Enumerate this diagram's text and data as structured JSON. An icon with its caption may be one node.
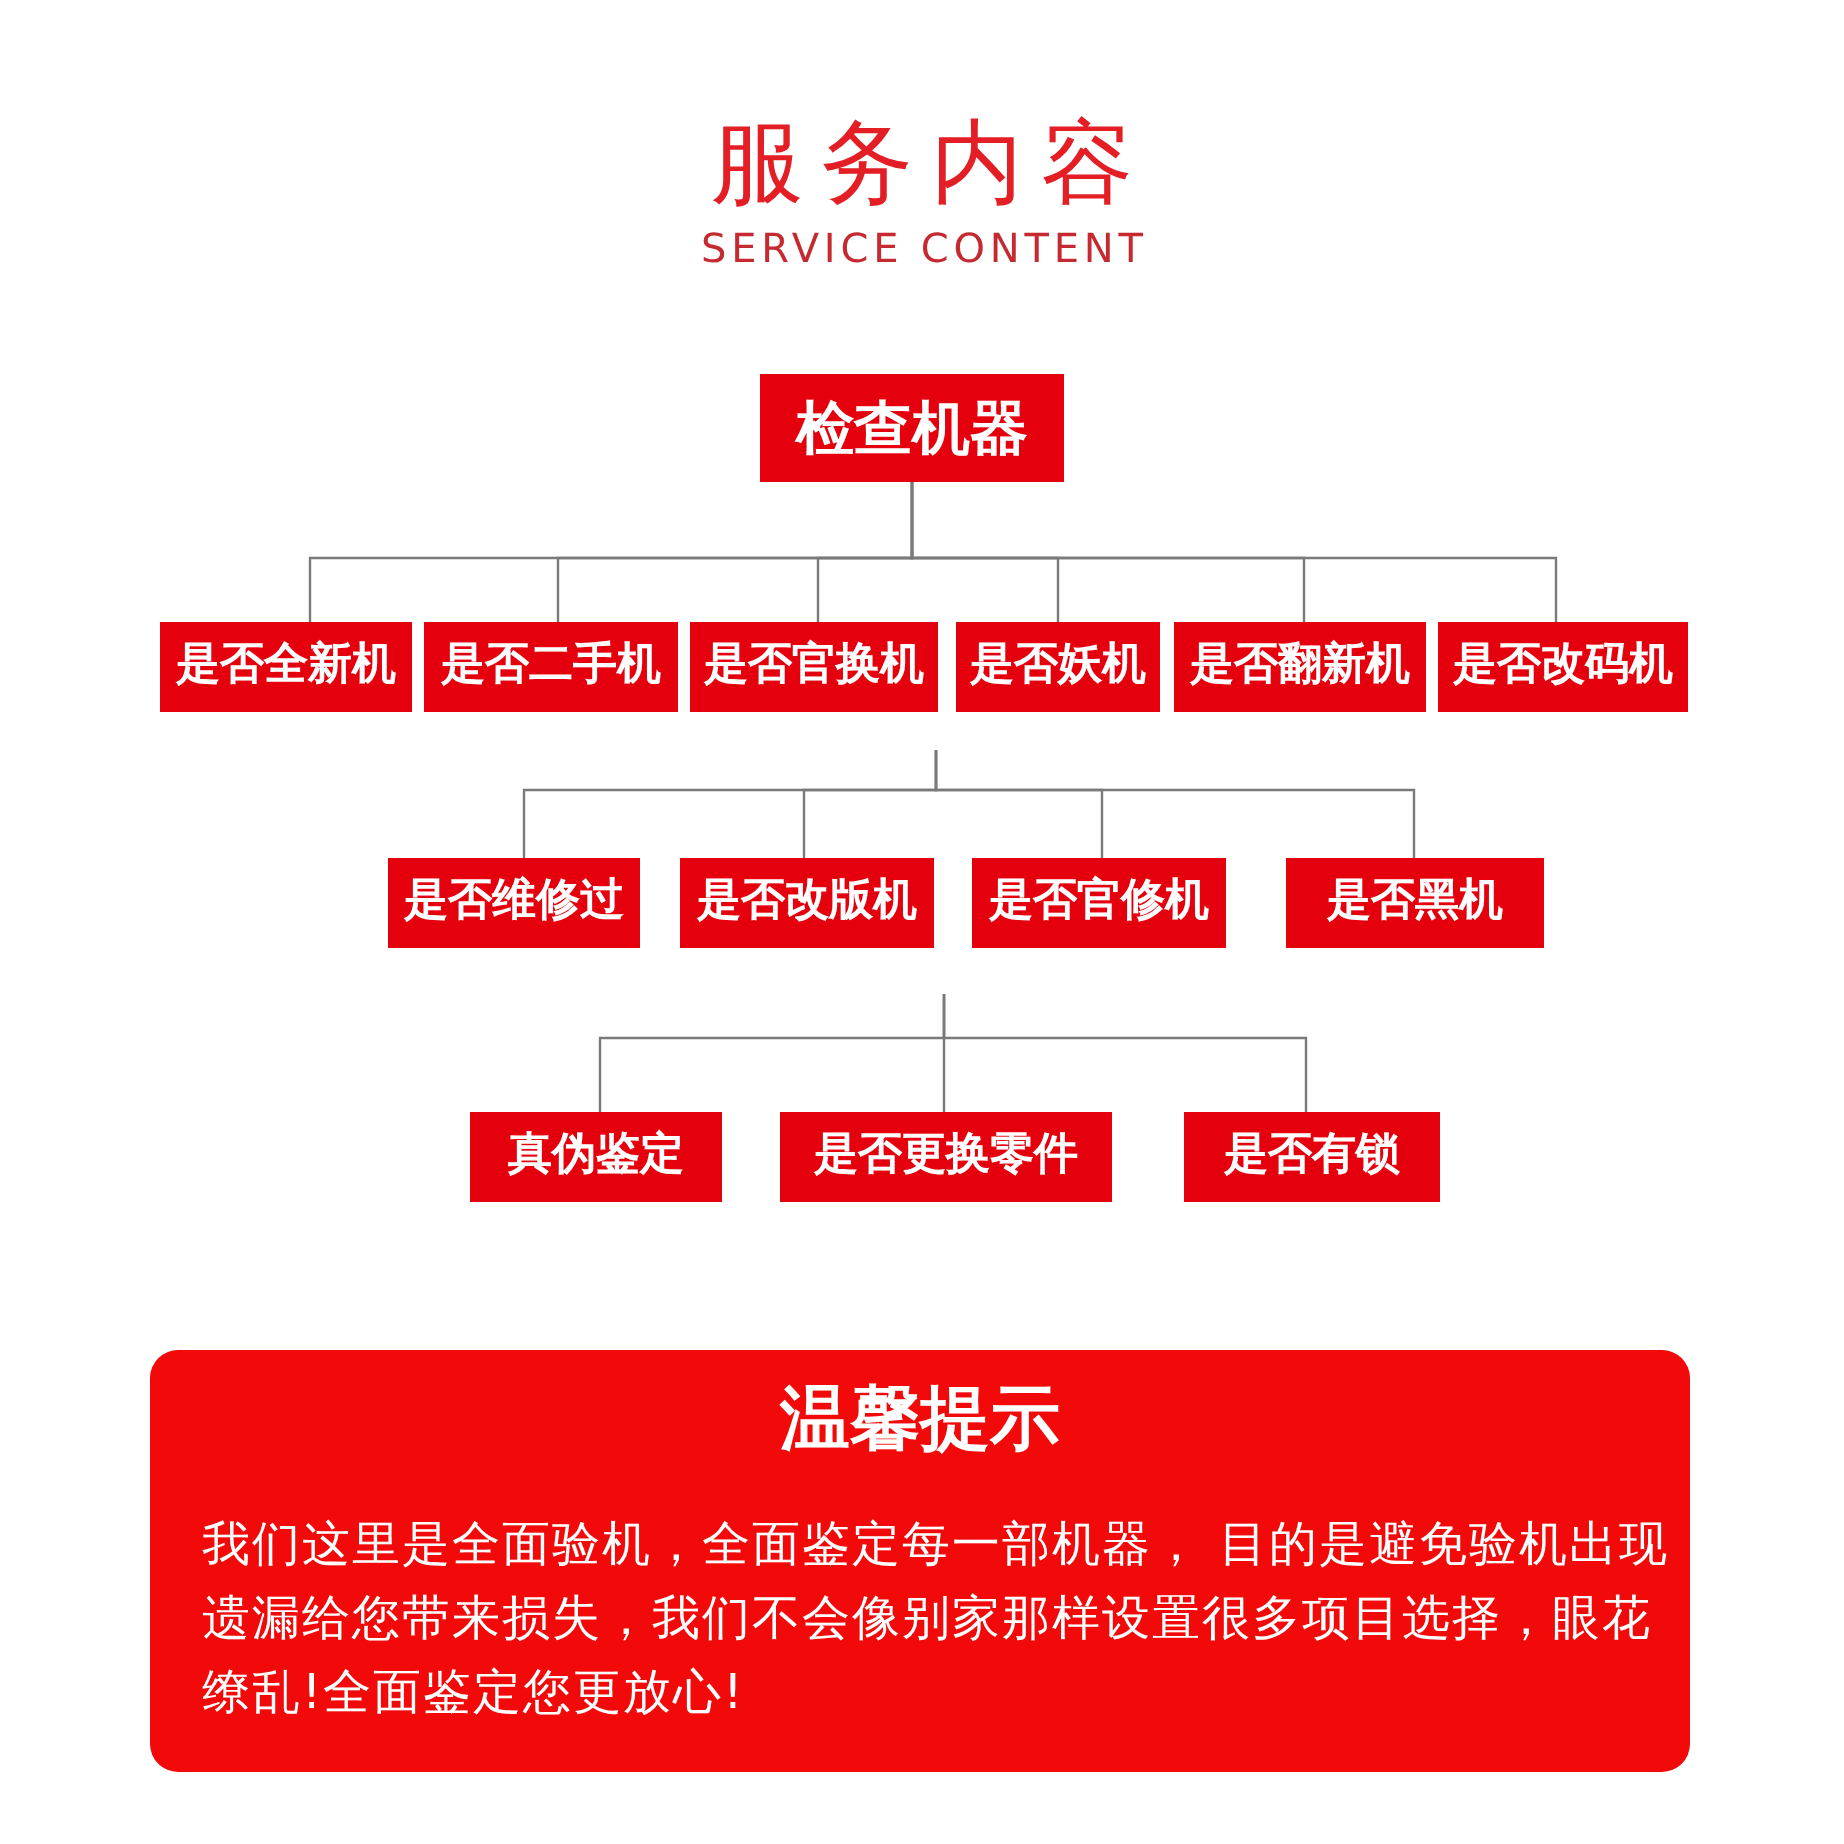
{
  "diagram": {
    "title": "服务内容",
    "nodes": [
      {
        "text": [
          "检查机器"
        ]
      },
      {
        "text": [
          "是否全新机"
        ]
      },
      {
        "text": [
          "是否二手机"
        ]
      },
      {
        "text": [
          "是否官换机"
        ]
      },
      {
        "text": [
          "是否妖机"
        ]
      },
      {
        "text": [
          "是否翻新机"
        ]
      },
      {
        "text": [
          "是否改码机"
        ]
      },
      {
        "text": [
          "是否维修过"
        ]
      },
      {
        "text": [
          "是否改版机"
        ]
      },
      {
        "text": [
          "是否官修机"
        ]
      },
      {
        "text": [
          "是否黑机"
        ]
      },
      {
        "text": [
          "真伪鉴定"
        ]
      },
      {
        "text": [
          "是否更换零件"
        ]
      },
      {
        "text": [
          "是否有锁"
        ]
      },
      {
        "text": [
          "温馨提示",
          "我们这里是全面验机，全面鉴定每一部机器， 目的是避免验机出现遗漏给您带来损失，我们不会像别家那样设置很多项目选择，眼花缭乱!全面鉴定您更放心!"
        ]
      }
    ],
    "edges": [
      {
        "from": 0,
        "to": 1,
        "arrow": "none"
      },
      {
        "from": 0,
        "to": 2,
        "arrow": "none"
      },
      {
        "from": 0,
        "to": 3,
        "arrow": "none"
      },
      {
        "from": 0,
        "to": 4,
        "arrow": "none"
      },
      {
        "from": 0,
        "to": 5,
        "arrow": "none"
      },
      {
        "from": 0,
        "to": 6,
        "arrow": "none"
      },
      {
        "from": null,
        "to": 7,
        "arrow": "none"
      },
      {
        "from": null,
        "to": 8,
        "arrow": "none"
      },
      {
        "from": null,
        "to": 9,
        "arrow": "none"
      },
      {
        "from": null,
        "to": 10,
        "arrow": "none"
      },
      {
        "from": null,
        "to": 11,
        "arrow": "none"
      },
      {
        "from": null,
        "to": 12,
        "arrow": "none"
      },
      {
        "from": null,
        "to": 13,
        "arrow": "none"
      }
    ],
    "labels": [
      "SERVICE CONTENT"
    ]
  }
}
